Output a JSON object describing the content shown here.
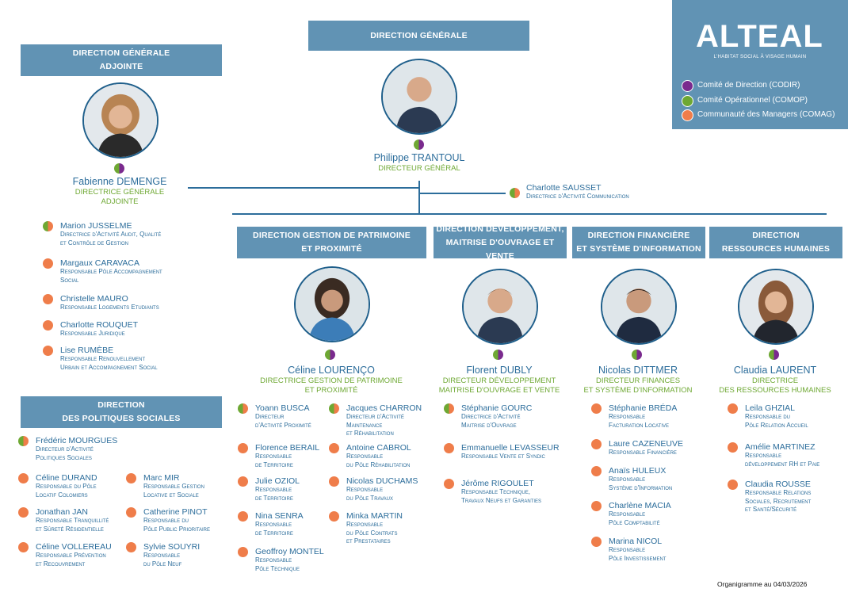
{
  "logo": {
    "brand": "ALTEAL",
    "tagline": "L'HABITAT SOCIAL À VISAGE HUMAIN"
  },
  "legend": [
    {
      "label": "Comité de Direction (CODIR)",
      "color": "#7a2a8e"
    },
    {
      "label": "Comité Opérationnel (COMOP)",
      "color": "#6ea833"
    },
    {
      "label": "Communauté des Managers (COMAG)",
      "color": "#ef7d4a"
    }
  ],
  "headers": {
    "dg": "DIRECTION GÉNÉRALE",
    "dga_l1": "DIRECTION GÉNÉRALE",
    "dga_l2": "ADJOINTE",
    "patrimoine_l1": "DIRECTION GESTION DE PATRIMOINE",
    "patrimoine_l2": "ET PROXIMITÉ",
    "dev_l1": "DIRECTION DÉVELOPPEMENT,",
    "dev_l2": "MAITRISE D'OUVRAGE ET VENTE",
    "fin_l1": "DIRECTION FINANCIÈRE",
    "fin_l2": "ET SYSTÈME D'INFORMATION",
    "rh_l1": "DIRECTION",
    "rh_l2": "RESSOURCES HUMAINES",
    "social_l1": "DIRECTION",
    "social_l2": "DES POLITIQUES SOCIALES"
  },
  "leaders": {
    "dg": {
      "first": "Philippe",
      "last": "TRANTOUL",
      "role_l1": "DIRECTEUR GÉNÉRAL"
    },
    "dga": {
      "first": "Fabienne",
      "last": "DEMENGE",
      "role_l1": "DIRECTRICE GÉNÉRALE",
      "role_l2": "ADJOINTE"
    },
    "comm": {
      "first": "Charlotte",
      "last": "SAUSSET",
      "role_l1": "Directrice d'Activité Communication"
    },
    "patrimoine": {
      "first": "Céline",
      "last": "LOURENÇO",
      "role_l1": "DIRECTRICE GESTION DE PATRIMOINE",
      "role_l2": "ET PROXIMITÉ"
    },
    "dev": {
      "first": "Florent",
      "last": "DUBLY",
      "role_l1": "DIRECTEUR DÉVELOPPEMENT",
      "role_l2": "MAITRISE D'OUVRAGE ET VENTE"
    },
    "fin": {
      "first": "Nicolas",
      "last": "DITTMER",
      "role_l1": "DIRECTEUR FINANCES",
      "role_l2": "ET SYSTÈME D'INFORMATION"
    },
    "rh": {
      "first": "Claudia",
      "last": "LAURENT",
      "role_l1": "DIRECTRICE",
      "role_l2": "DES RESSOURCES HUMAINES"
    }
  },
  "dga_team": [
    {
      "first": "Marion",
      "last": "JUSSELME",
      "r1": "Directrice d'Activité Audit, Qualité",
      "r2": "et Contrôle de Gestion",
      "dot": "half2"
    },
    {
      "first": "Margaux",
      "last": "CARAVACA",
      "r1": "Responsable Pôle Accompagnement",
      "r2": "Social",
      "dot": "orange"
    },
    {
      "first": "Christelle",
      "last": "MAURO",
      "r1": "Responsable Logements Etudiants",
      "r2": "",
      "dot": "orange"
    },
    {
      "first": "Charlotte",
      "last": "ROUQUET",
      "r1": "Responsable Juridique",
      "r2": "",
      "dot": "orange"
    },
    {
      "first": "Lise",
      "last": "RUMÈBE",
      "r1": "Responsable Renouvellement",
      "r2": "Urbain et Accompagnement Social",
      "dot": "orange"
    }
  ],
  "social_team": [
    {
      "first": "Frédéric",
      "last": "MOURGUES",
      "r1": "Directeur d'Activité",
      "r2": "Politiques Sociales",
      "dot": "half2"
    },
    {
      "first": "Céline",
      "last": "DURAND",
      "r1": "Responsable du Pôle",
      "r2": "Locatif Colomiers",
      "dot": "orange"
    },
    {
      "first": "Marc",
      "last": "MIR",
      "r1": "Responsable Gestion",
      "r2": "Locative et Sociale",
      "dot": "orange"
    },
    {
      "first": "Jonathan",
      "last": "JAN",
      "r1": "Responsable Tranquillité",
      "r2": "et Sûreté Résidentielle",
      "dot": "orange"
    },
    {
      "first": "Catherine",
      "last": "PINOT",
      "r1": "Responsable du",
      "r2": "Pôle Public Prioritaire",
      "dot": "orange"
    },
    {
      "first": "Céline",
      "last": "VOLLEREAU",
      "r1": "Responsable Prévention",
      "r2": "et Recouvrement",
      "dot": "orange"
    },
    {
      "first": "Sylvie",
      "last": "SOUYRI",
      "r1": "Responsable",
      "r2": "du Pôle Neuf",
      "dot": "orange"
    }
  ],
  "patrimoine_team_a": [
    {
      "first": "Yoann",
      "last": "BUSCA",
      "r1": "Directeur",
      "r2": "d'Activité Proximité",
      "r3": "",
      "dot": "half2"
    },
    {
      "first": "Florence",
      "last": "BERAIL",
      "r1": "Responsable",
      "r2": "de Territoire",
      "r3": "",
      "dot": "orange"
    },
    {
      "first": "Julie",
      "last": "OZIOL",
      "r1": "Responsable",
      "r2": "de Territoire",
      "r3": "",
      "dot": "orange"
    },
    {
      "first": "Nina",
      "last": "SENRA",
      "r1": "Responsable",
      "r2": "de Territoire",
      "r3": "",
      "dot": "orange"
    },
    {
      "first": "Geoffroy",
      "last": "MONTEL",
      "r1": "Responsable",
      "r2": "Pôle Technique",
      "r3": "",
      "dot": "orange"
    }
  ],
  "patrimoine_team_b": [
    {
      "first": "Jacques",
      "last": "CHARRON",
      "r1": "Directeur d'Activité",
      "r2": "Maintenance",
      "r3": "et Réhabilitation",
      "dot": "half2"
    },
    {
      "first": "Antoine",
      "last": "CABROL",
      "r1": "Responsable",
      "r2": "du Pôle Réhabilitation",
      "r3": "",
      "dot": "orange"
    },
    {
      "first": "Nicolas",
      "last": "DUCHAMS",
      "r1": "Responsable",
      "r2": "du Pôle Travaux",
      "r3": "",
      "dot": "orange"
    },
    {
      "first": "Minka",
      "last": "MARTIN",
      "r1": "Responsable",
      "r2": "du Pôle Contrats",
      "r3": "et Prestataires",
      "dot": "orange"
    }
  ],
  "dev_team": [
    {
      "first": "Stéphanie",
      "last": "GOURC",
      "r1": "Directrice d'Activité",
      "r2": "Maitrise d'Ouvrage",
      "dot": "half2"
    },
    {
      "first": "Emmanuelle",
      "last": "LEVASSEUR",
      "r1": "Responsable Vente et Syndic",
      "r2": "",
      "dot": "orange"
    },
    {
      "first": "Jérôme",
      "last": "RIGOULET",
      "r1": "Responsable Technique,",
      "r2": "Travaux Neufs et Garanties",
      "dot": "orange"
    }
  ],
  "fin_team": [
    {
      "first": "Stéphanie",
      "last": "BRÉDA",
      "r1": "Responsable",
      "r2": "Facturation Locative",
      "dot": "orange"
    },
    {
      "first": "Laure",
      "last": "CAZENEUVE",
      "r1": "Responsable Financière",
      "r2": "",
      "dot": "orange"
    },
    {
      "first": "Anaïs",
      "last": "HULEUX",
      "r1": "Responsable",
      "r2": "Système d'Information",
      "dot": "orange"
    },
    {
      "first": "Charlène",
      "last": "MACIA",
      "r1": "Responsable",
      "r2": "Pôle Comptabilité",
      "dot": "orange"
    },
    {
      "first": "Marina",
      "last": "NICOL",
      "r1": "Responsable",
      "r2": "Pôle Investissement",
      "dot": "orange"
    }
  ],
  "rh_team": [
    {
      "first": "Leila",
      "last": "GHZIAL",
      "r1": "Responsable du",
      "r2": "Pôle Relation Accueil",
      "r3": "",
      "dot": "orange"
    },
    {
      "first": "Amélie",
      "last": "MARTINEZ",
      "r1": "Responsable",
      "r2": "développement RH et Paie",
      "r3": "",
      "dot": "orange"
    },
    {
      "first": "Claudia",
      "last": "ROUSSE",
      "r1": "Responsable Relations",
      "r2": "Sociales, Recrutement",
      "r3": "et Santé/Sécurité",
      "dot": "orange"
    }
  ],
  "footer": "Organigramme au 04/03/2026"
}
